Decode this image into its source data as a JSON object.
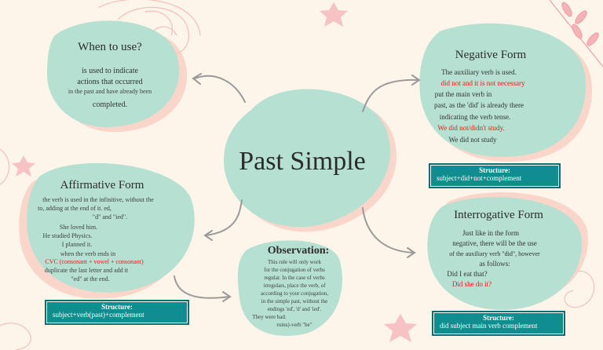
{
  "colors": {
    "background": "#fdf4ea",
    "blob": "#b5e0d2",
    "shadow": "#f9cfc3",
    "structure_box": "#0f8d8f",
    "accent_red": "#e0201a"
  },
  "center": {
    "title": "Past Simple"
  },
  "when_to_use": {
    "title": "When to use?",
    "lines": [
      "is used to indicate",
      "actions that occurred",
      "in the past and have already been",
      "completed."
    ]
  },
  "affirmative": {
    "title": "Affirmative Form",
    "lines": [
      "the verb is used in the infinitive, without the",
      "to, adding at the end of it. ed,",
      "\"d\" and \"ied\".",
      "She loved him.",
      "He studied Physics.",
      "I planned it.",
      "when the verb ends in",
      "CVC (consonant + vowel + consonant)",
      "duplicate the last letter and add it",
      "\"ed\" at the end."
    ],
    "structure_heading": "Structure:",
    "structure_body": "subject+verb(past)+complement"
  },
  "observation": {
    "title": "Observation:",
    "lines": [
      "This rule will only work",
      "for the conjugation of verbs",
      "regular. In the case of verbs",
      "irregulars, place the verb, of",
      "according to your conjugation,",
      "in the simple past, without the",
      "endings  'ed',  'd'  and  'ied'.",
      "They were bad.",
      "ruins)-verb \"be\""
    ]
  },
  "negative": {
    "title": "Negative Form",
    "lines": [
      "The auxiliary verb is used.",
      "did not and it is not necessary",
      "put the main verb in",
      "past, as the 'did' is already there",
      "indicating the verb tense.",
      "We did not/didn't study.",
      "We did not study"
    ],
    "structure_heading": "Structure:",
    "structure_body": "subject+did+not+complement"
  },
  "interrogative": {
    "title": "Interrogative Form",
    "lines": [
      "Just like in the form",
      "negative, there will be the use",
      "of the auxiliary verb \"did\", however",
      "as follows:",
      "Did I eat that?",
      "Did she do it?"
    ],
    "structure_heading": "Structure:",
    "structure_body": "did subject main verb complement"
  }
}
